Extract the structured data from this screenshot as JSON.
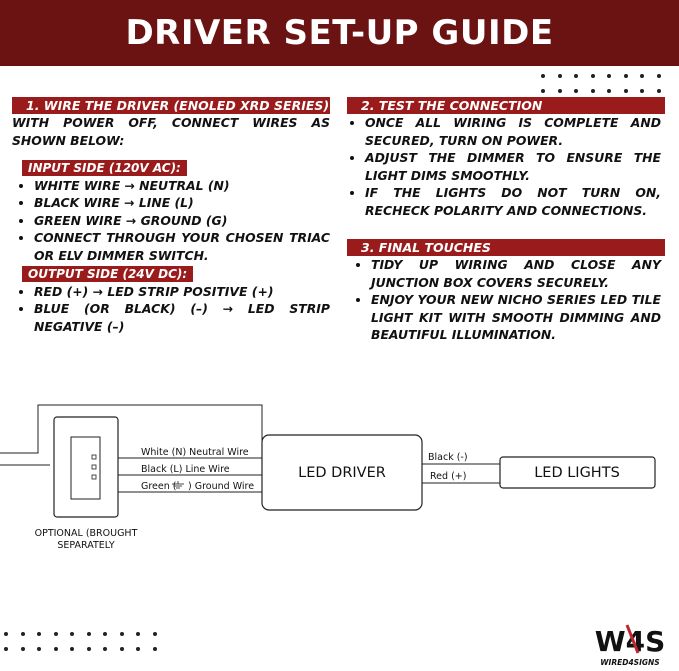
{
  "title": "DRIVER SET-UP GUIDE",
  "section1": {
    "heading": "1. WIRE THE DRIVER (ENOLED XRD SERIES)",
    "intro": "WITH POWER OFF, CONNECT WIRES AS SHOWN BELOW:",
    "input_heading": "INPUT SIDE (120V AC):",
    "input_items": [
      "WHITE WIRE → NEUTRAL (N)",
      "BLACK WIRE → LINE (L)",
      "GREEN WIRE → GROUND (G)",
      "CONNECT THROUGH YOUR CHOSEN TRIAC OR ELV DIMMER SWITCH."
    ],
    "output_heading": "OUTPUT SIDE (24V DC):",
    "output_items": [
      "RED (+) → LED STRIP POSITIVE (+)",
      "BLUE (OR BLACK) (–) → LED STRIP NEGATIVE (–)"
    ]
  },
  "section2": {
    "heading": "2. TEST THE CONNECTION",
    "items": [
      "ONCE ALL WIRING IS COMPLETE AND SECURED, TURN ON POWER.",
      "ADJUST THE DIMMER TO ENSURE THE LIGHT DIMS SMOOTHLY.",
      "IF THE LIGHTS DO NOT TURN ON, RECHECK POLARITY AND CONNECTIONS."
    ]
  },
  "section3": {
    "heading": "3. FINAL TOUCHES",
    "items": [
      "TIDY UP WIRING AND CLOSE ANY JUNCTION BOX COVERS SECURELY.",
      "ENJOY YOUR NEW NICHO SERIES LED TILE LIGHT KIT WITH SMOOTH DIMMING AND BEAUTIFUL ILLUMINATION."
    ]
  },
  "diagram": {
    "wire_white": "White (N) Neutral Wire",
    "wire_black": "Black (L) Line Wire",
    "wire_green_prefix": "Green (",
    "wire_green_suffix": ") Ground Wire",
    "driver_label": "LED DRIVER",
    "out_black": "Black (-)",
    "out_red": "Red (+)",
    "lights_label": "LED LIGHTS",
    "optional_line1": "OPTIONAL (BROUGHT",
    "optional_line2": "SEPARATELY"
  },
  "logo": {
    "mark": "W4S",
    "name": "WIRED4SIGNS",
    "color_accent": "#c0262d"
  },
  "colors": {
    "banner": "#6b1212",
    "heading_bar": "#9a1b1b"
  }
}
